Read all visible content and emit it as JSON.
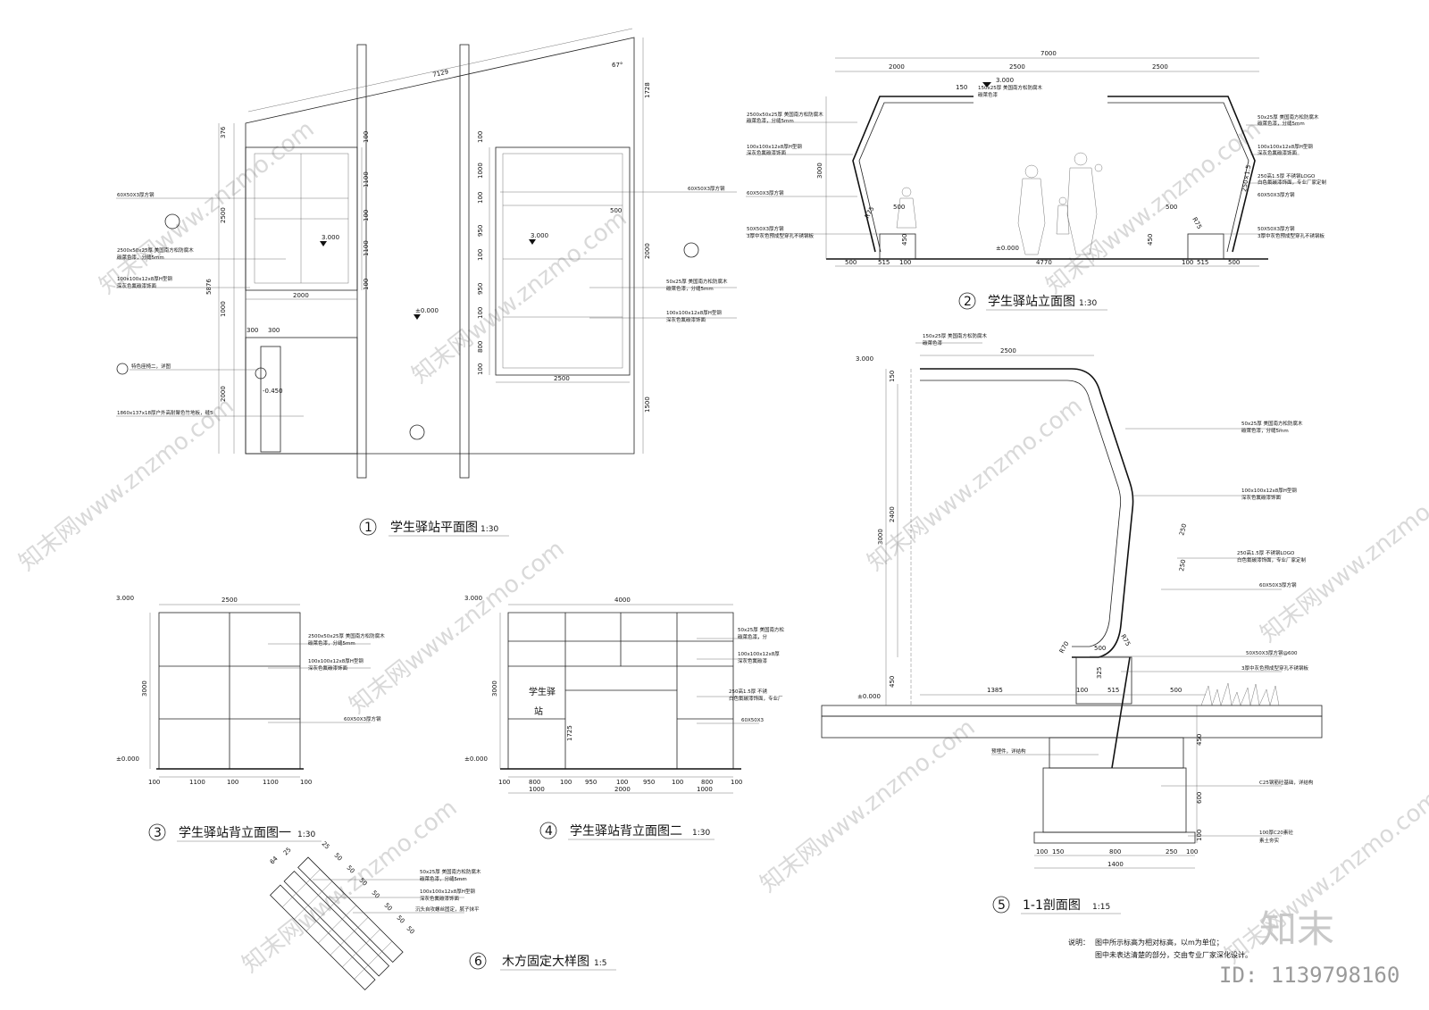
{
  "drawings": [
    {
      "num": "1",
      "title": "学生驿站平面图",
      "scale": "1:30"
    },
    {
      "num": "2",
      "title": "学生驿站立面图",
      "scale": "1:30"
    },
    {
      "num": "3",
      "title": "学生驿站背立面图一",
      "scale": "1:30"
    },
    {
      "num": "4",
      "title": "学生驿站背立面图二",
      "scale": "1:30"
    },
    {
      "num": "5",
      "title": "1-1剖面图",
      "scale": "1:15"
    },
    {
      "num": "6",
      "title": "木方固定大样图",
      "scale": "1:5"
    }
  ],
  "plan": {
    "dims": {
      "top": "7129",
      "left_a": "376",
      "left_b": "2500",
      "left_c": "5876",
      "left_d": "1000",
      "left_e": "2000",
      "right_a": "1728",
      "right_b": "2000",
      "right_c": "1500",
      "w_left": "2000",
      "w_right": "2500",
      "stair_a": "300",
      "stair_b": "300",
      "s1": "100",
      "s2": "1100",
      "s3": "100",
      "s4": "1100",
      "s5": "100",
      "r1": "100",
      "r2": "1000",
      "r3": "100",
      "r4": "950",
      "r5": "100",
      "r6": "950",
      "r7": "100",
      "r8": "800",
      "r9": "100",
      "box": "500",
      "angle": "67°"
    },
    "elev_a": "3.000",
    "elev_b": "3.000",
    "elev_c": "±0.000",
    "elev_d": "-0.450",
    "notes_left": [
      "60X50X3厚方钢",
      "2500x50x25厚 美国南方松防腐木",
      "碳萊色漆，分缝5mm",
      "100x100x12x8厚H型钢",
      "深灰色氟碳漆饰面",
      "特色座椅二，详图",
      "1860x137x18厚户外高耐聚色竹地板，缝5"
    ],
    "notes_right": [
      "60X50X3厚方钢",
      "50x25厚 美国南方松防腐木",
      "碳萊色漆，分缝5mm",
      "100x100x12x8厚H型钢",
      "深灰色氟碳漆饰面"
    ]
  },
  "front": {
    "dims": {
      "total": "7000",
      "a": "2000",
      "b": "2500",
      "c": "2500",
      "h": "3000",
      "h2": "150",
      "seat_l": "500",
      "seat_r": "500",
      "seat_h_l": "450",
      "seat_h_r": "450",
      "b1": "500",
      "b2": "515",
      "b3": "100",
      "b4": "4770",
      "b5": "100",
      "b6": "515",
      "b7": "500",
      "ang_l": "R75",
      "ang_r": "R75",
      "side": "250×1.5"
    },
    "elev_top": "3.000",
    "elev_base": "±0.000",
    "notes_left": [
      "2500x50x25厚 美国南方松防腐木",
      "碳萊色漆，分缝5mm",
      "100x100x12x8厚H型钢",
      "深灰色氟碳漆饰面",
      "60X50X3厚方钢",
      "50X50X3厚方钢",
      "3厚中灰色预成型穿孔不锈钢板"
    ],
    "notes_right": [
      "50x25厚 美国南方松防腐木",
      "碳萊色漆，分缝5mm",
      "100x100x12x8厚H型钢",
      "深灰色氟碳漆饰面",
      "250高1.5厚 不锈钢LOGO",
      "白色氟碳漆饰面，专业厂家定制",
      "60X50X3厚方钢",
      "50X50X3厚方钢",
      "3厚中灰色预成型穿孔不锈钢板"
    ],
    "top_note": "150x25厚 美国南方松防腐木",
    "top_note2": "碳萊色漆"
  },
  "back1": {
    "dims": {
      "w": "2500",
      "h": "3000",
      "b1": "100",
      "b2": "1100",
      "b3": "100",
      "b4": "1100",
      "b5": "100"
    },
    "elev_top": "3.000",
    "elev_base": "±0.000",
    "notes": [
      "2500x50x25厚 美国南方松防腐木",
      "碳萊色漆，分缝5mm",
      "100x100x12x8厚H型钢",
      "深灰色氟碳漆饰面",
      "60X50X3厚方钢"
    ]
  },
  "back2": {
    "dims": {
      "w": "4000",
      "h": "3000",
      "door_h": "1725",
      "b1": "100",
      "b2": "800",
      "b3": "100",
      "b4": "950",
      "b5": "100",
      "b6": "950",
      "b7": "100",
      "b8": "800",
      "b9": "100",
      "c1": "1000",
      "c2": "2000",
      "c3": "1000"
    },
    "elev_top": "3.000",
    "elev_base": "±0.000",
    "sign": [
      "学生驿",
      "站"
    ],
    "notes": [
      "50x25厚 美国南方松",
      "碳萊色漆，分",
      "100x100x12x8厚",
      "深灰色氟碳漆",
      "250高1.5厚 不锈",
      "白色氟碳漆饰面，专业厂",
      "60X50X3"
    ]
  },
  "section": {
    "dims": {
      "top": "2500",
      "h": "3000",
      "h2": "2400",
      "h3": "450",
      "h4": "150",
      "seat": "500",
      "seat_h": "325",
      "base1": "1385",
      "base2": "100",
      "base3": "515",
      "base4": "500",
      "f1": "450",
      "f2": "600",
      "f3": "100",
      "g1": "100",
      "g2": "150",
      "g3": "800",
      "g4": "250",
      "g5": "100",
      "gt": "1400",
      "side1": "250",
      "side2": "250",
      "ang": "R75",
      "ang2": "R70"
    },
    "elev_top": "3.000",
    "elev_base": "±0.000",
    "notes": [
      "150x25厚 美国南方松防腐木",
      "碳萊色漆",
      "50x25厚 美国南方松防腐木",
      "碳萊色漆，分缝5mm",
      "100x100x12x8厚H型钢",
      "深灰色氟碳漆饰面",
      "250高1.5厚 不锈钢LOGO",
      "白色氟碳漆饰面，专业厂家定制",
      "60X50X3厚方钢",
      "50X50X3厚方钢@600",
      "3厚中灰色预成型穿孔不锈钢板",
      "预埋件，详结构",
      "C25钢筋砼基础，详结构",
      "100厚C20素砼",
      "素土夯实"
    ]
  },
  "detail": {
    "dims": {
      "a": "25",
      "b": "50",
      "c": "50",
      "d": "50",
      "e": "50",
      "f": "50",
      "g": "50",
      "h": "50",
      "w1": "64",
      "w2": "25"
    },
    "notes": [
      "50x25厚 美国南方松防腐木",
      "碳萊色漆，分缝5mm",
      "100x100x12x8厚H型钢",
      "深灰色氟碳漆饰面",
      "沉头自攻螺丝固定，腻子抹平"
    ]
  },
  "explain": {
    "label": "说明：",
    "lines": [
      "图中所示标高为相对标高，以m为单位；",
      "图中未表达清楚的部分，交由专业厂家深化设计。"
    ]
  },
  "watermark": {
    "text": "知末网www.znzmo.com",
    "brand": "知末",
    "id": "ID: 1139798160"
  }
}
